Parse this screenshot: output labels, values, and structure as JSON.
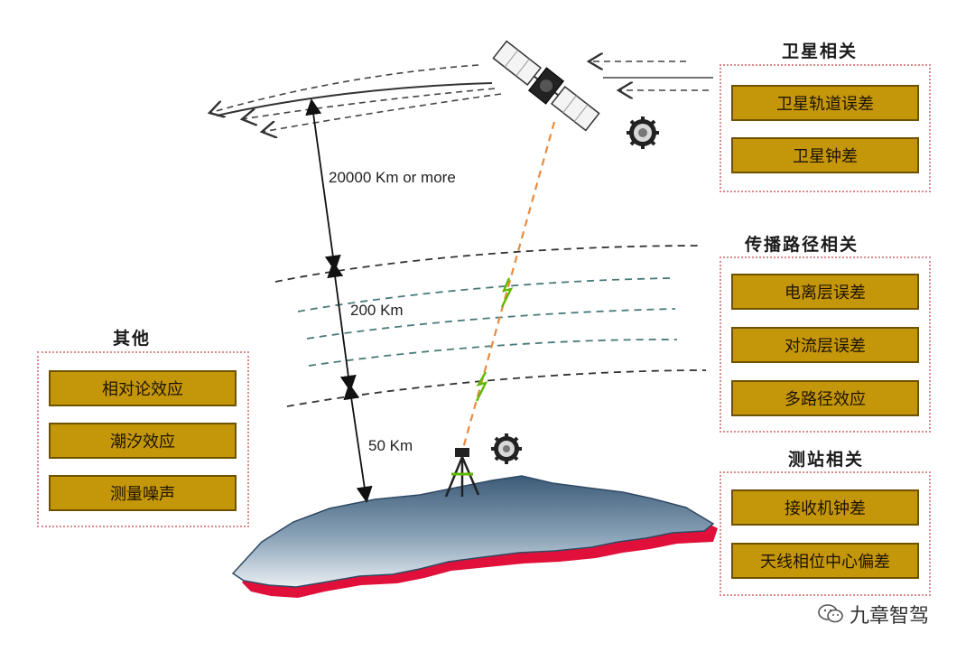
{
  "satellite_group": {
    "title": "卫星相关",
    "items": [
      "卫星轨道误差",
      "卫星钟差"
    ]
  },
  "propagation_group": {
    "title": "传播路径相关",
    "items": [
      "电离层误差",
      "对流层误差",
      "多路径效应"
    ]
  },
  "station_group": {
    "title": "测站相关",
    "items": [
      "接收机钟差",
      "天线相位中心偏差"
    ]
  },
  "other_group": {
    "title": "其他",
    "items": [
      "相对论效应",
      "潮汐效应",
      "测量噪声"
    ]
  },
  "distances": {
    "orbit": "20000 Km or more",
    "ionosphere": "200 Km",
    "troposphere": "50 Km"
  },
  "watermark": "九章智驾",
  "colors": {
    "item_fill": "#c4960a",
    "item_border": "#6e5200",
    "group_border": "#d98a8a",
    "signal_path": "#e88a3c",
    "earth_top": "#5a7a96",
    "earth_edge": "#e0103a"
  },
  "icons": [
    "satellite-icon",
    "receiver-tripod-icon",
    "gear-icon",
    "lightning-icon",
    "wechat-icon"
  ]
}
